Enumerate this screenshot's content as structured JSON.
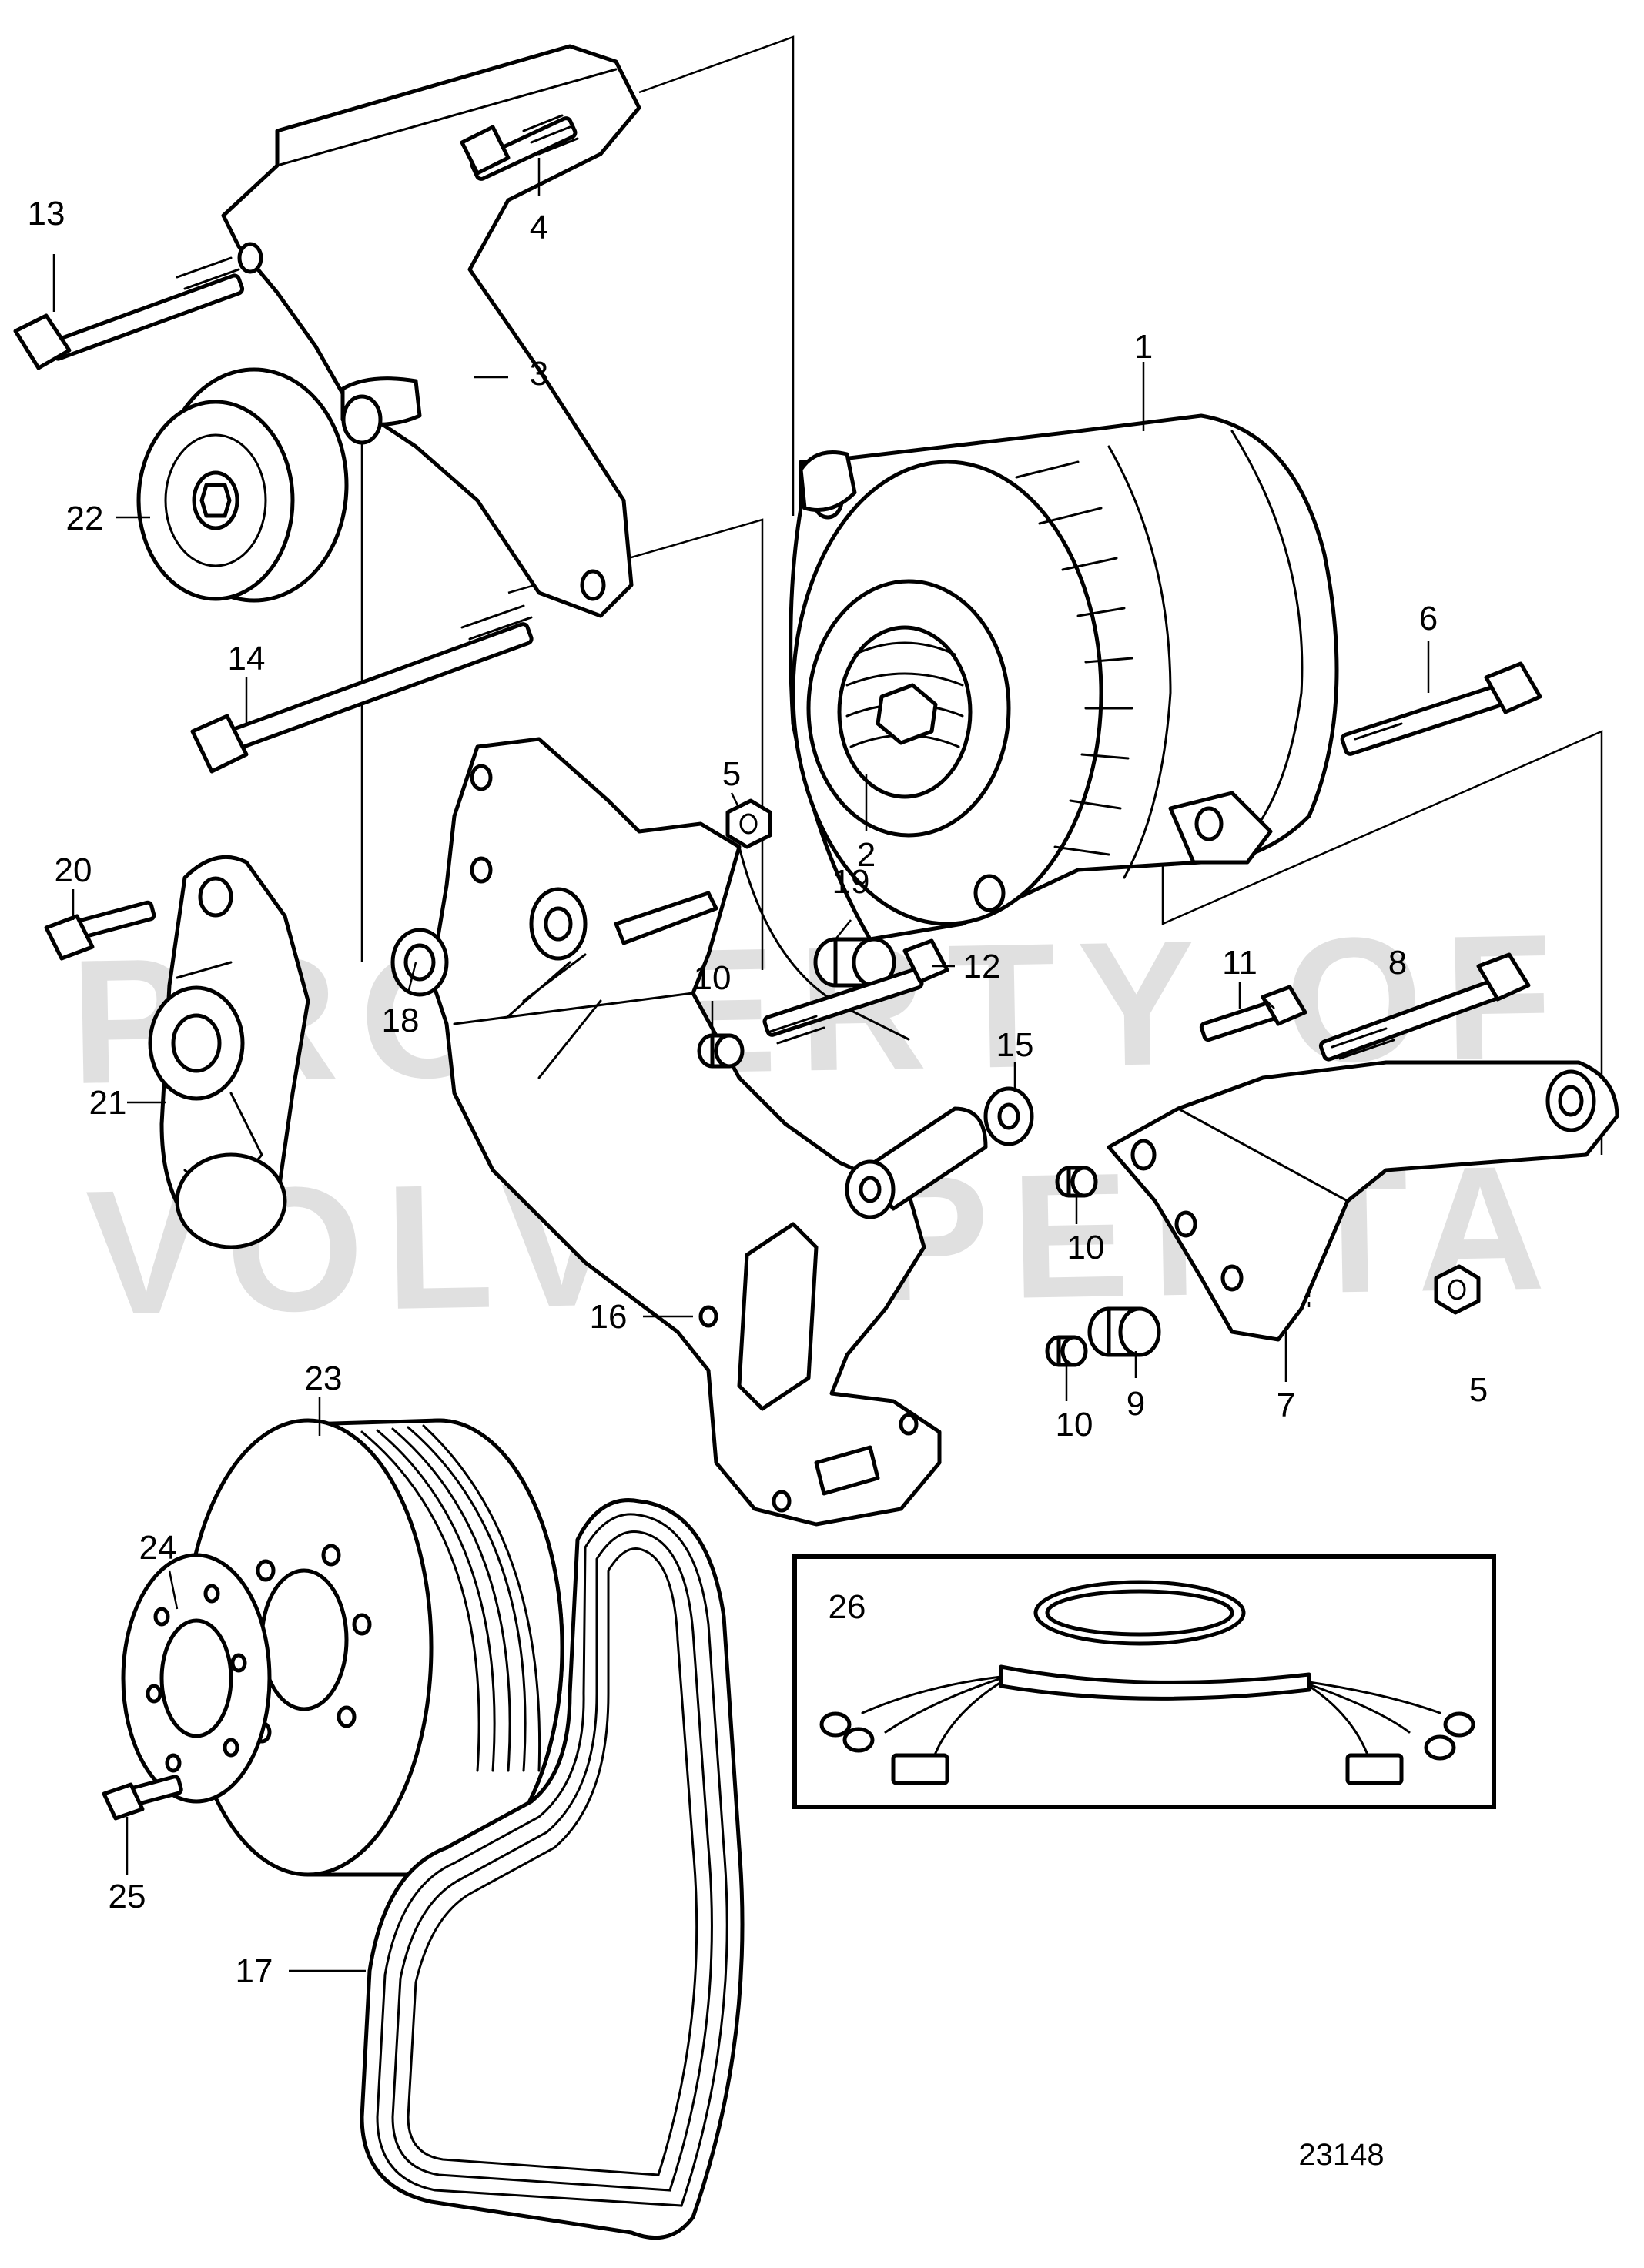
{
  "watermark": {
    "line1": "PROPERTY OF",
    "line2": "VOLVO PENTA"
  },
  "reference_number": "23148",
  "callouts": {
    "c1": "1",
    "c2": "2",
    "c3": "3",
    "c4": "4",
    "c5a": "5",
    "c5b": "5",
    "c6": "6",
    "c7": "7",
    "c8": "8",
    "c9": "9",
    "c10a": "10",
    "c10b": "10",
    "c10c": "10",
    "c11": "11",
    "c12": "12",
    "c13": "13",
    "c14": "14",
    "c15": "15",
    "c16": "16",
    "c17": "17",
    "c18": "18",
    "c19": "19",
    "c20": "20",
    "c21": "21",
    "c22": "22",
    "c23": "23",
    "c24": "24",
    "c25": "25",
    "c26": "26"
  },
  "colors": {
    "line": "#000000",
    "background": "#ffffff",
    "watermark": "#c8c8c8"
  }
}
